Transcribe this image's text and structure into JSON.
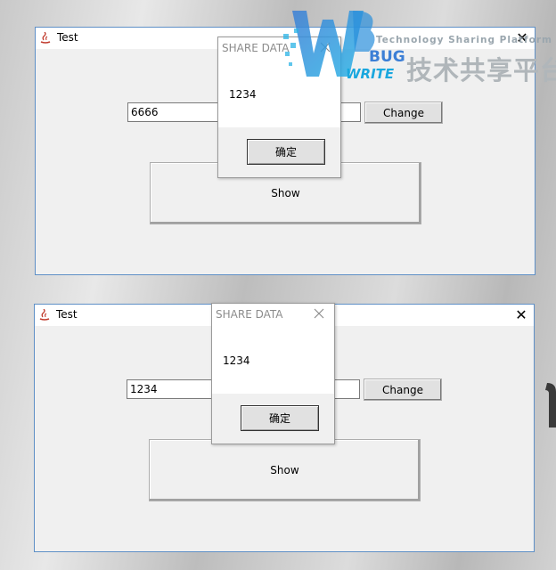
{
  "windows": [
    {
      "title": "Test",
      "textbox_value": "6666",
      "change_label": "Change",
      "show_label": "Show",
      "dialog": {
        "title": "SHARE DATA",
        "message": "1234",
        "ok_label": "确定"
      }
    },
    {
      "title": "Test",
      "textbox_value": "1234",
      "change_label": "Change",
      "show_label": "Show",
      "dialog": {
        "title": "SHARE DATA",
        "message": "1234",
        "ok_label": "确定"
      }
    }
  ],
  "watermark": {
    "tagline": "Technology Sharing Platform",
    "chinese": "技术共享平台",
    "bug": "BUG",
    "write": "WRITE"
  },
  "colors": {
    "window_border": "#5e8fc6",
    "watermark_blue": "#3c7fd6",
    "watermark_cyan": "#1aa7de"
  }
}
